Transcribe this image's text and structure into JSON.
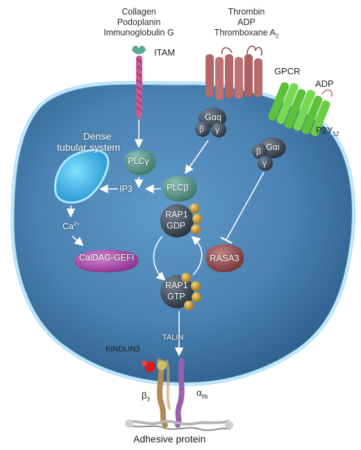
{
  "colors": {
    "cell_fill": "#4a86b8",
    "membrane": "#9fd3f2",
    "gpcr": "#b86a6a",
    "p2y12": "#6fd14a",
    "plc": "#5f9e92",
    "g_protein": "#3c4a5a",
    "rap_ball": "#d8a73a",
    "calDAG": "#b04fb2",
    "rasa3": "#a25a5e",
    "dts": "#4fc6ee",
    "arrow": "#ffffff",
    "beta3": "#b18a55",
    "alpha_iib": "#9a60b0",
    "kindlin": "#d22020"
  },
  "labels": {
    "ligand1": "Collagen",
    "ligand2": "Podoplanin",
    "ligand3": "Immunoglobulin G",
    "itam": "ITAM",
    "thrombin": "Thrombin",
    "adp_top": "ADP",
    "thromboxane": "Thromboxane A",
    "thromboxane_sub": "2",
    "gpcr": "GPCR",
    "adp_right": "ADP",
    "p2y": "P2Y",
    "p2y_sub": "12",
    "g_alpha_q": "Gαq",
    "beta1": "β",
    "gamma1": "γ",
    "g_alpha_i": "Gαi",
    "beta2": "β",
    "gamma2": "γ",
    "dense1": "Dense",
    "dense2": "tubular system",
    "plc_gamma": "PLCγ",
    "plc_beta": "PLCβ",
    "ip3": "IP3",
    "rap1_a": "RAP1",
    "gdp": "GDP",
    "rap1_b": "RAP1",
    "gtp": "GTP",
    "ca": "Ca",
    "ca_sup": "2+",
    "caldag": "CalDAG-GEFI",
    "rasa3": "RASA3",
    "talin": "TALIN",
    "kindlin3": "KINDLIN3",
    "beta3": "β",
    "beta3_sub": "3",
    "alpha": "α",
    "alpha_sub": "IIb",
    "adhesive": "Adhesive protein"
  }
}
